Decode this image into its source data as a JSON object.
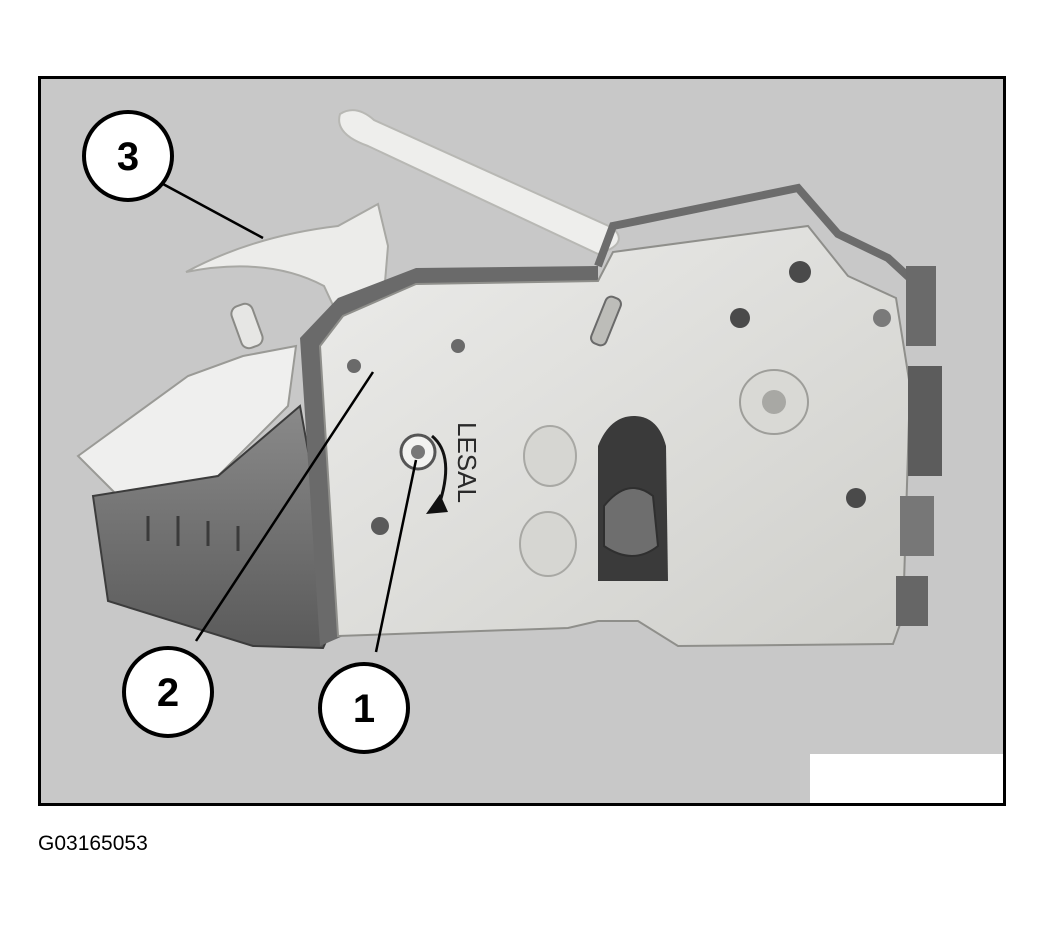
{
  "figure": {
    "callouts": [
      {
        "label": "3"
      },
      {
        "label": "2"
      },
      {
        "label": "1"
      }
    ],
    "part_stamp": "LESAL",
    "figure_id": "G03165053",
    "colors": {
      "background": "#c8c8c8",
      "frame": "#000000",
      "metal": "#e2e2de",
      "housing": "#6c6c6c",
      "housing_light": "#efefee"
    }
  }
}
